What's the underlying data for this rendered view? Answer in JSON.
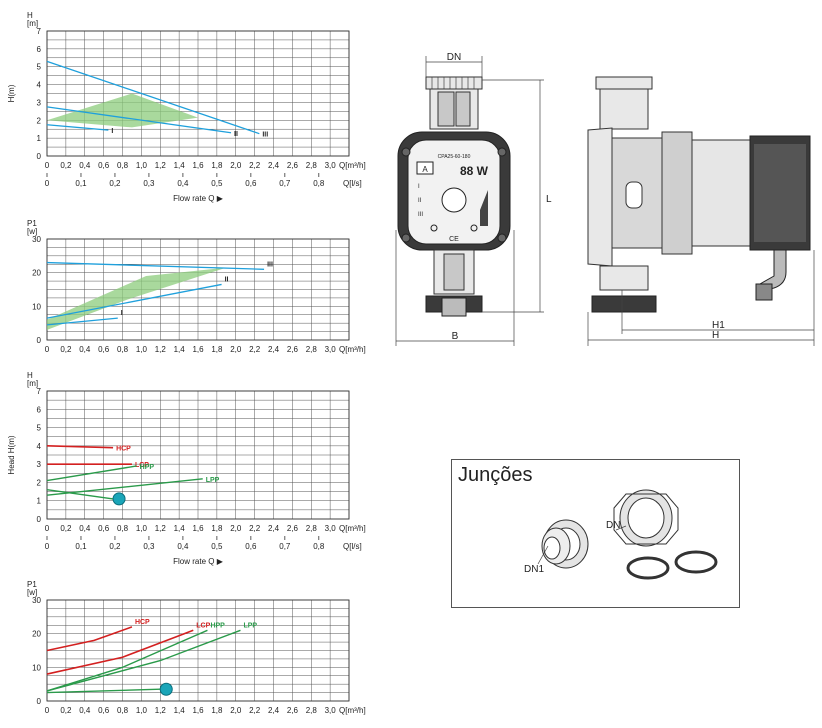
{
  "chart_data": [
    {
      "type": "line",
      "ylabel": "H(m)",
      "yunit": "H [m]",
      "xlabel": "Flow rate Q",
      "xunit_top": "Q[m³/h]",
      "xunit_bottom": "Q[l/s]",
      "xlim": [
        0,
        3.2
      ],
      "ylim": [
        0,
        7
      ],
      "x_ticks_top": [
        "0",
        "0,2",
        "0,4",
        "0,6",
        "0,8",
        "1,0",
        "1,2",
        "1,4",
        "1,6",
        "1,8",
        "2,0",
        "2,2",
        "2,4",
        "2,6",
        "2,8",
        "3,0"
      ],
      "x_ticks_bottom": [
        "0",
        "0,1",
        "0,2",
        "0,3",
        "0,4",
        "0,5",
        "0,6",
        "0,7",
        "0,8"
      ],
      "y_ticks": [
        "0",
        "1",
        "2",
        "3",
        "4",
        "5",
        "6",
        "7"
      ],
      "series": [
        {
          "name": "I",
          "x": [
            0,
            0.65
          ],
          "y": [
            1.75,
            1.45
          ]
        },
        {
          "name": "II",
          "x": [
            0,
            1.95
          ],
          "y": [
            2.75,
            1.3
          ]
        },
        {
          "name": "III",
          "x": [
            0,
            2.25
          ],
          "y": [
            5.3,
            1.25
          ]
        }
      ],
      "band": {
        "x": [
          0,
          0.9,
          1.6,
          0.9
        ],
        "y": [
          2.0,
          3.5,
          2.15,
          1.6
        ]
      },
      "grid": true
    },
    {
      "type": "line",
      "yunit": "P1 [w]",
      "xunit_top": "Q[m³/h]",
      "xlim": [
        0,
        3.2
      ],
      "ylim": [
        0,
        30
      ],
      "x_ticks_top": [
        "0",
        "0,2",
        "0,4",
        "0,6",
        "0,8",
        "1,0",
        "1,2",
        "1,4",
        "1,6",
        "1,8",
        "2,0",
        "2,2",
        "2,4",
        "2,6",
        "2,8",
        "3,0"
      ],
      "y_ticks": [
        "0",
        "10",
        "20",
        "30"
      ],
      "series": [
        {
          "name": "I",
          "x": [
            0,
            0.75
          ],
          "y": [
            4.5,
            6.5
          ]
        },
        {
          "name": "II",
          "x": [
            0,
            1.85
          ],
          "y": [
            6.5,
            16.5
          ]
        },
        {
          "name": "III",
          "x": [
            0,
            2.3
          ],
          "y": [
            23,
            21
          ]
        }
      ],
      "band": {
        "x": [
          0,
          0.85,
          1.9,
          1.05,
          0
        ],
        "y": [
          3,
          12,
          21.5,
          19,
          6
        ]
      },
      "grid": true
    },
    {
      "type": "line",
      "ylabel": "Head H(m)",
      "yunit": "H [m]",
      "xlabel": "Flow rate Q",
      "xunit_top": "Q[m³/h]",
      "xunit_bottom": "Q[l/s]",
      "xlim": [
        0,
        3.2
      ],
      "ylim": [
        0,
        7
      ],
      "x_ticks_top": [
        "0",
        "0,2",
        "0,4",
        "0,6",
        "0,8",
        "1,0",
        "1,2",
        "1,4",
        "1,6",
        "1,8",
        "2,0",
        "2,2",
        "2,4",
        "2,6",
        "2,8",
        "3,0"
      ],
      "x_ticks_bottom": [
        "0",
        "0,1",
        "0,2",
        "0,3",
        "0,4",
        "0,5",
        "0,6",
        "0,7",
        "0,8"
      ],
      "y_ticks": [
        "0",
        "1",
        "2",
        "3",
        "4",
        "5",
        "6",
        "7"
      ],
      "series": [
        {
          "name": "HCP",
          "x": [
            0,
            0.7
          ],
          "y": [
            4.0,
            3.9
          ]
        },
        {
          "name": "LCP",
          "x": [
            0,
            0.9
          ],
          "y": [
            3.0,
            3.0
          ]
        },
        {
          "name": "HPP",
          "x": [
            0,
            0.95
          ],
          "y": [
            2.1,
            2.9
          ]
        },
        {
          "name": "LPP",
          "x": [
            0,
            1.65
          ],
          "y": [
            1.3,
            2.2
          ]
        },
        {
          "name": "",
          "x": [
            0,
            0.7
          ],
          "y": [
            1.6,
            1.1
          ]
        }
      ],
      "grid": true
    },
    {
      "type": "line",
      "yunit": "P1 [w]",
      "xunit_top": "Q[m³/h]",
      "xlim": [
        0,
        3.2
      ],
      "ylim": [
        0,
        30
      ],
      "x_ticks_top": [
        "0",
        "0,2",
        "0,4",
        "0,6",
        "0,8",
        "1,0",
        "1,2",
        "1,4",
        "1,6",
        "1,8",
        "2,0",
        "2,2",
        "2,4",
        "2,6",
        "2,8",
        "3,0"
      ],
      "y_ticks": [
        "0",
        "10",
        "20",
        "30"
      ],
      "series": [
        {
          "name": "HCP",
          "x": [
            0,
            0.5,
            0.9
          ],
          "y": [
            15,
            18,
            22
          ]
        },
        {
          "name": "LCP",
          "x": [
            0,
            0.8,
            1.55
          ],
          "y": [
            8,
            13,
            21
          ]
        },
        {
          "name": "HPP",
          "x": [
            0,
            0.8,
            1.7
          ],
          "y": [
            3,
            10,
            21
          ]
        },
        {
          "name": "LPP",
          "x": [
            0,
            1.2,
            2.05
          ],
          "y": [
            3,
            12,
            21
          ]
        },
        {
          "name": "",
          "x": [
            0,
            1.2
          ],
          "y": [
            2.5,
            3.5
          ]
        }
      ],
      "grid": true
    }
  ],
  "drawing": {
    "dn_label": "DN",
    "l_label": "L",
    "b_label": "B",
    "h1_label": "H1",
    "h_label": "H",
    "display_text": "88 W",
    "model_text": "CPA25-60-180",
    "mode_a": "A",
    "mode_i": "I",
    "mode_ii": "II",
    "mode_iii": "III",
    "ce_mark": "CE"
  },
  "joints": {
    "title": "Junções",
    "dn_label": "DN",
    "dn1_label": "DN1"
  },
  "colors": {
    "curve_blue": "#1fa0dc",
    "band_green": "#8ccc7c",
    "curve_red": "#d32020",
    "curve_green": "#2a9a4a"
  }
}
